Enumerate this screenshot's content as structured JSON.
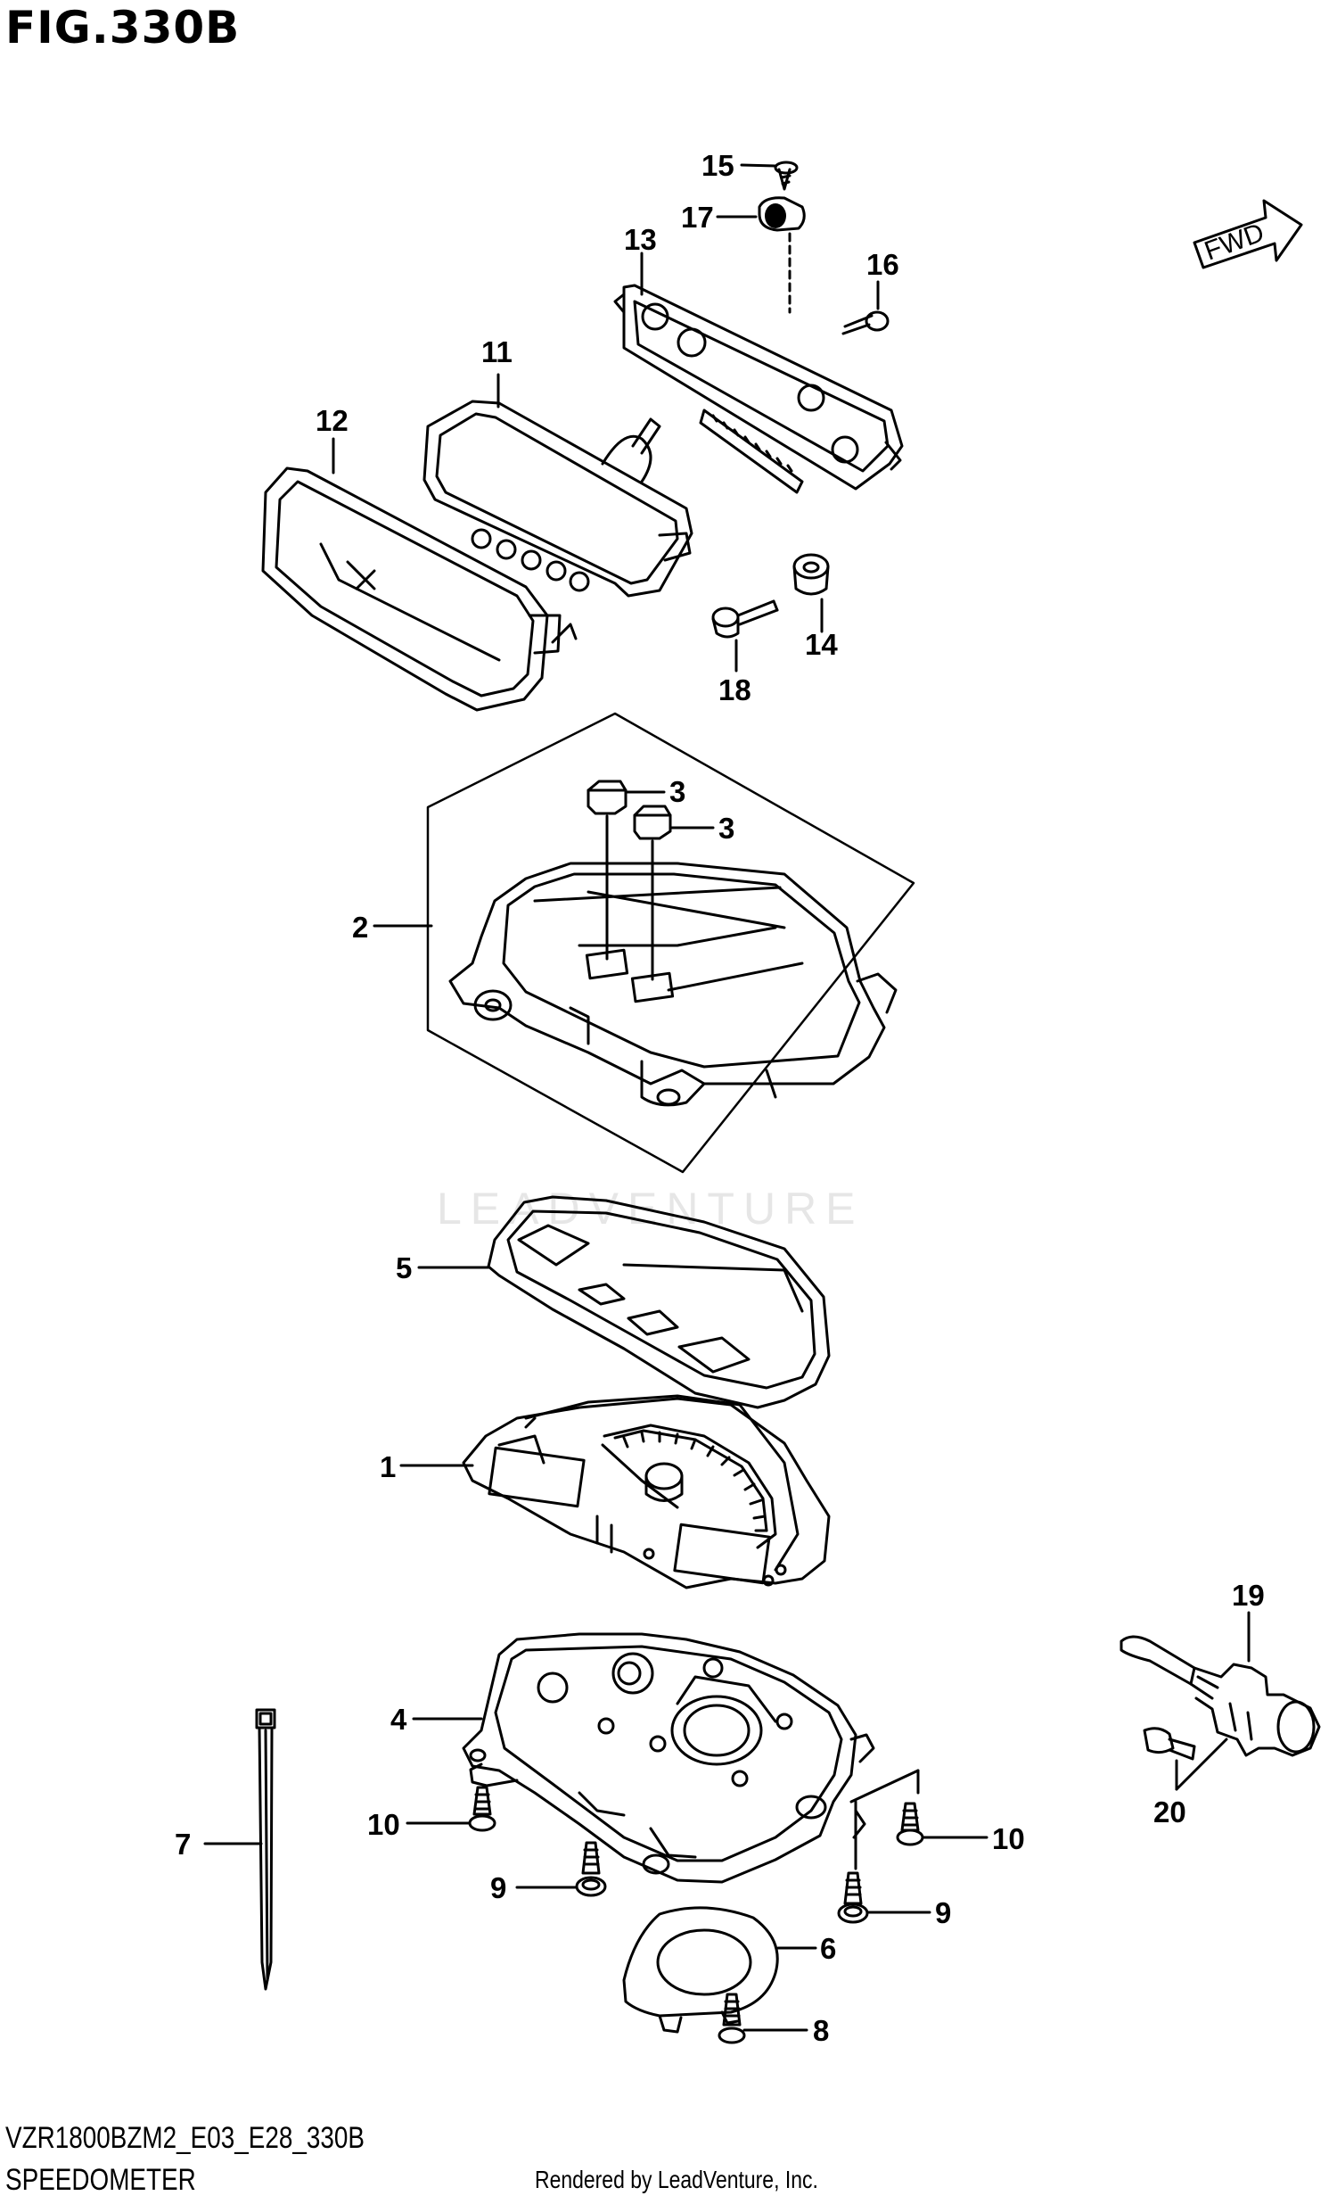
{
  "figure": {
    "title": "FIG.330B",
    "model_code": "VZR1800BZM2_E03_E28_330B",
    "section_title": "SPEEDOMETER",
    "rendered_by": "Rendered by LeadVenture, Inc.",
    "watermark": "LEADVENTURE",
    "direction_label": "FWD"
  },
  "callouts": {
    "c15": "15",
    "c17": "17",
    "c13": "13",
    "c16": "16",
    "c11": "11",
    "c12": "12",
    "c14": "14",
    "c18": "18",
    "c3a": "3",
    "c3b": "3",
    "c2": "2",
    "c5": "5",
    "c1": "1",
    "c19": "19",
    "c20": "20",
    "c4": "4",
    "c7": "7",
    "c10a": "10",
    "c10b": "10",
    "c9a": "9",
    "c9b": "9",
    "c6": "6",
    "c8": "8"
  }
}
